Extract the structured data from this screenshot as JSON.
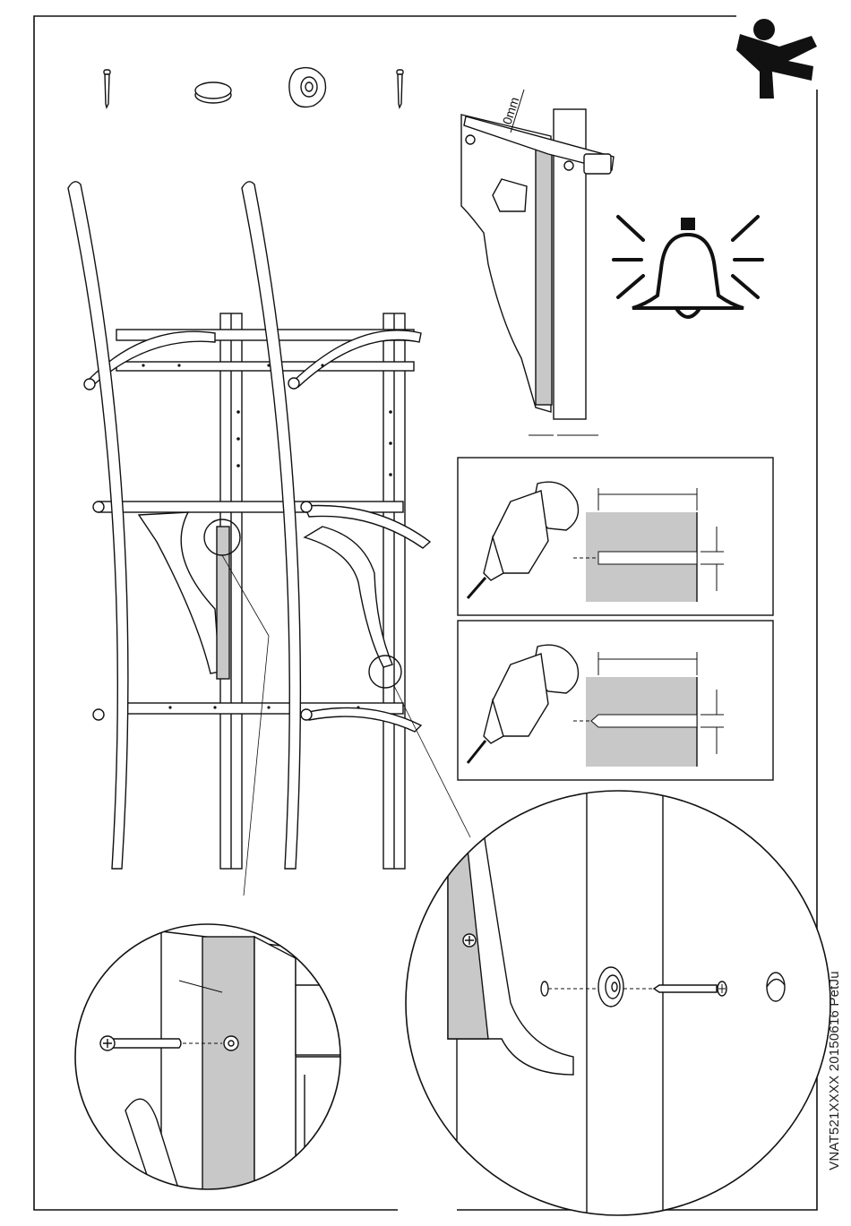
{
  "document_code": "VNAT521XXXX 20150616  PetJu",
  "gap_dimension": "0mm",
  "icons": [
    "brand-figure-logo",
    "alert-bell-icon",
    "drill-icon"
  ],
  "parts": [
    "screw-long",
    "cover-cap",
    "washer-cup",
    "screw-short"
  ],
  "colors": {
    "line": "#111111",
    "shade": "#c8c8c8",
    "background": "#ffffff"
  }
}
